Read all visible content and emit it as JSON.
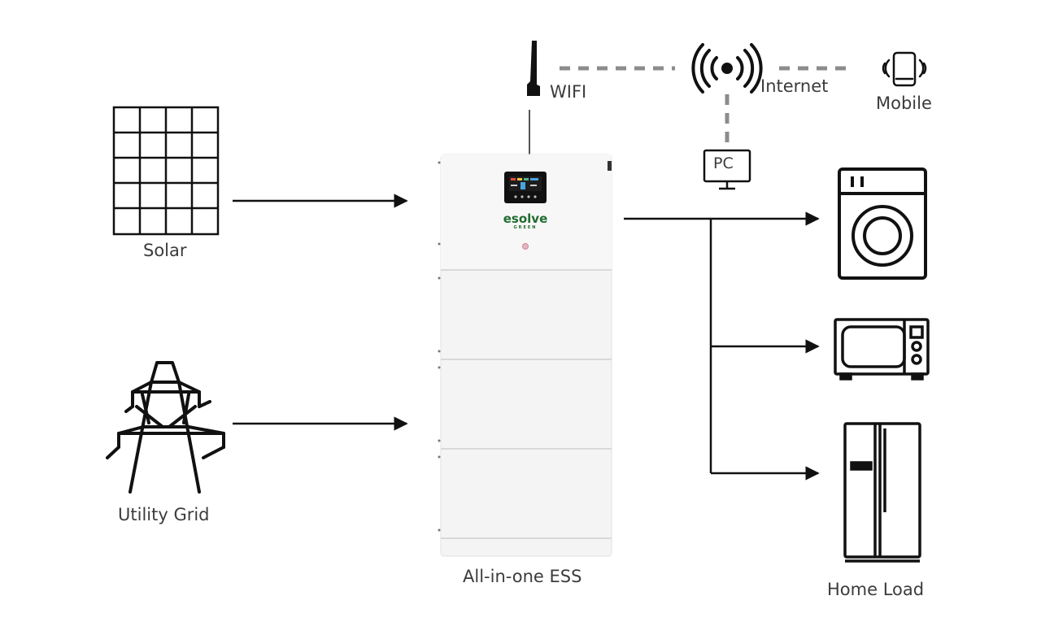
{
  "diagram": {
    "labels": {
      "solar": "Solar",
      "utility_grid": "Utility Grid",
      "ess": "All-in-one ESS",
      "wifi": "WIFI",
      "internet": "Internet",
      "mobile": "Mobile",
      "pc": "PC",
      "home_load": "Home Load"
    },
    "brand": {
      "name": "esolve",
      "sub": "GREEN"
    }
  },
  "colors": {
    "line": "#111111",
    "dashed": "#8c8c8c",
    "ess_body": "#f3f3f3",
    "brand_green": "#1f6b2f"
  }
}
